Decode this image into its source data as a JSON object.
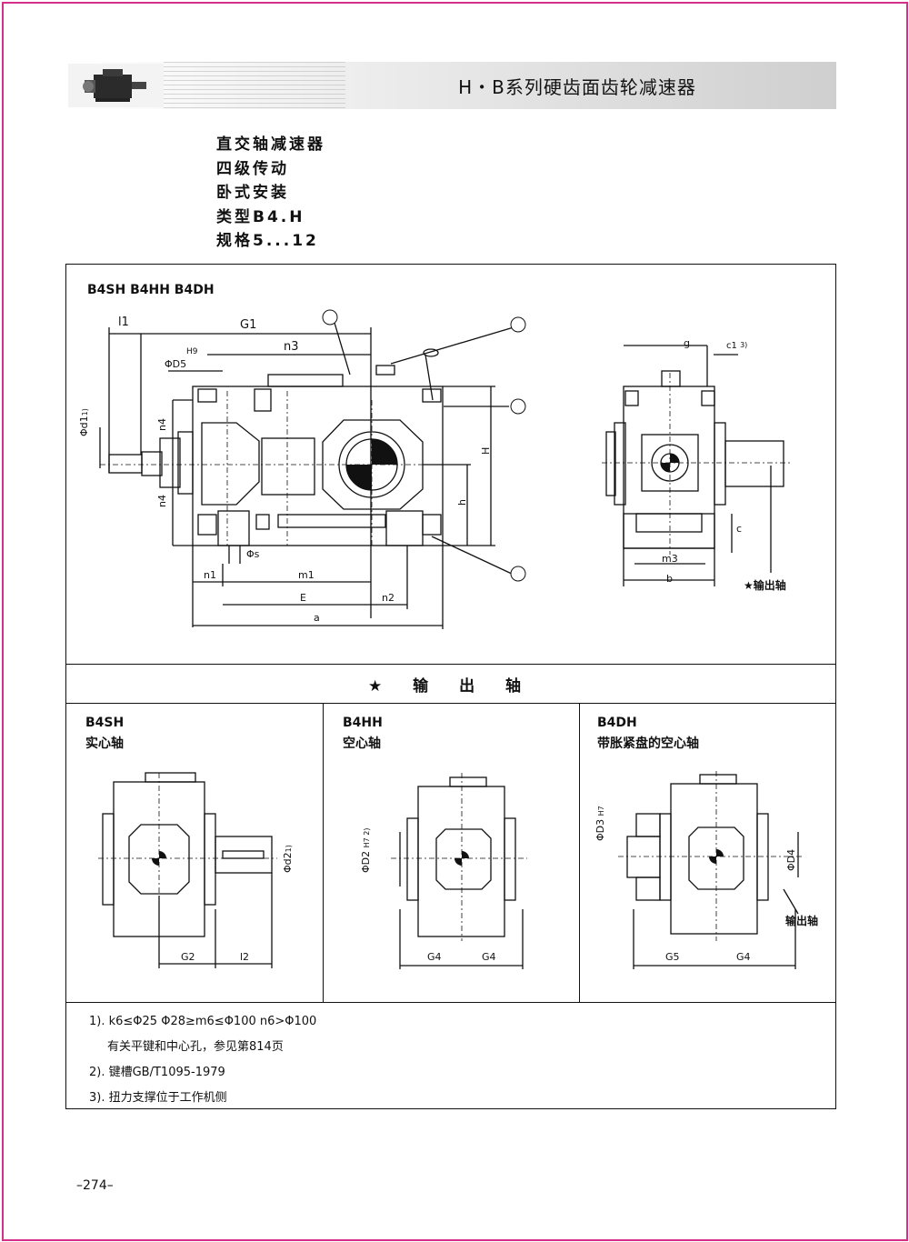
{
  "header": {
    "title": "H・B系列硬齿面齿轮减速器"
  },
  "intro": {
    "line1": "直交轴减速器",
    "line2": "四级传动",
    "line3": "卧式安装",
    "line4": "类型B4.H",
    "line5": "规格5...12"
  },
  "main_drawing": {
    "title": "B4SH  B4HH  B4DH",
    "dims": {
      "l1": "l1",
      "G1": "G1",
      "n3": "n3",
      "D5": "ΦD5",
      "H9": "H9",
      "d1": "Φd1",
      "d1_note": "1)",
      "n4_top": "n4",
      "n4_bottom": "n4",
      "H": "H",
      "h": "h",
      "s": "Φs",
      "n1": "n1",
      "m1": "m1",
      "E": "E",
      "n2": "n2",
      "a": "a",
      "g": "g",
      "c1": "c1",
      "c1_note": "3)",
      "c": "c",
      "m3": "m3",
      "b": "b"
    },
    "output_shaft_label": "★输出轴"
  },
  "output_section": {
    "title": "★ 输 出 轴"
  },
  "variants": [
    {
      "code": "B4SH",
      "desc": "实心轴",
      "dim_a": "G2",
      "dim_b": "l2",
      "dia": "Φd2",
      "dia_note": "1)"
    },
    {
      "code": "B4HH",
      "desc": "空心轴",
      "dim_a": "G4",
      "dim_b": "G4",
      "dia": "ΦD2",
      "dia_note": "H7 2)"
    },
    {
      "code": "B4DH",
      "desc": "带胀紧盘的空心轴",
      "dim_a": "G5",
      "dim_b": "G4",
      "dia": "ΦD3",
      "dia_note": "H7",
      "dia2": "ΦD4",
      "shaft_label": "输出轴"
    }
  ],
  "notes": {
    "n1": "1). k6≤Φ25  Φ28≥m6≤Φ100  n6>Φ100",
    "n1b": "有关平键和中心孔，参见第814页",
    "n2": "2). 键槽GB/T1095-1979",
    "n3": "3). 扭力支撑位于工作机侧"
  },
  "page_number": "–274–",
  "colors": {
    "frame": "#d4308a"
  }
}
